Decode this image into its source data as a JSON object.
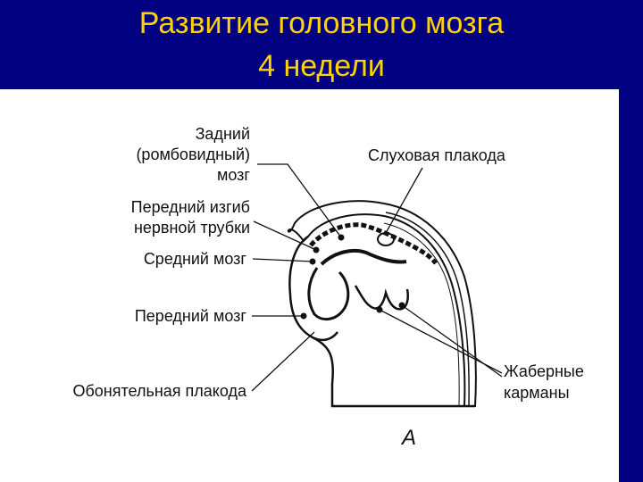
{
  "title": {
    "line1": "Развитие головного мозга",
    "line2": "4 недели"
  },
  "labels": {
    "hindbrain": [
      "Задний",
      "(ромбовидный)",
      "мозг"
    ],
    "neural_tube_bend": [
      "Передний изгиб",
      "нервной трубки"
    ],
    "midbrain": "Средний мозг",
    "forebrain": "Передний мозг",
    "olfactory_placode": "Обонятельная плакода",
    "auditory_placode": "Слуховая плакода",
    "gill_pockets": [
      "Жаберные",
      "карманы"
    ],
    "panel_letter": "А"
  },
  "colors": {
    "background": "#000080",
    "title": "#ffd200",
    "figure_bg": "#ffffff",
    "ink": "#111111"
  }
}
